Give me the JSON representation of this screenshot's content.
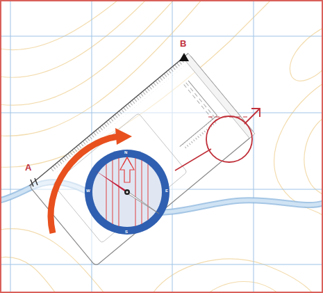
{
  "diagram": {
    "labels": [
      "A",
      "B",
      "N",
      "E",
      "S",
      "W"
    ]
  }
}
